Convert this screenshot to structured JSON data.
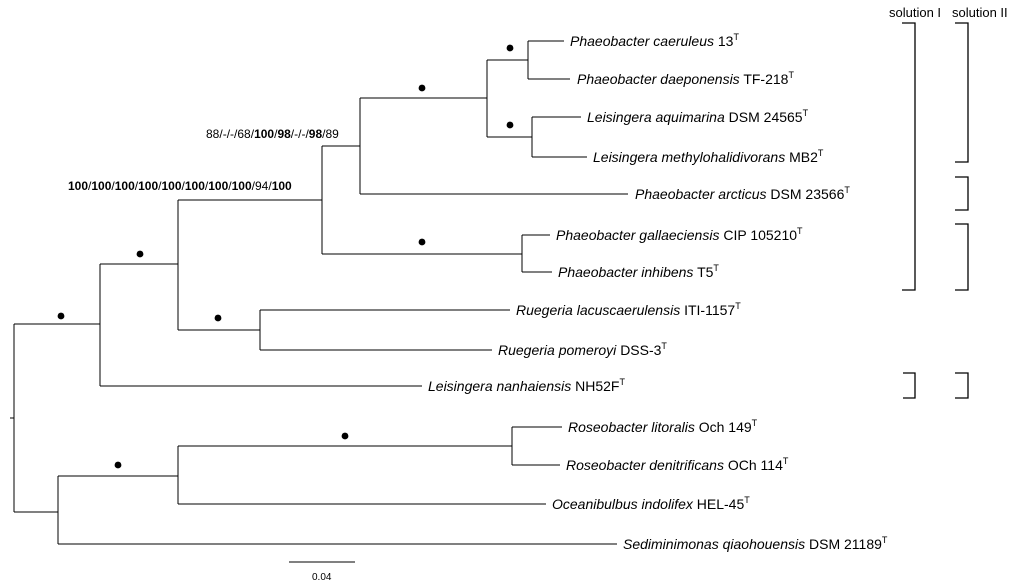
{
  "headers": {
    "solution1": "solution I",
    "solution2": "solution II"
  },
  "taxa": [
    {
      "genus": "Phaeobacter caeruleus",
      "strain": "13",
      "sup": "T"
    },
    {
      "genus": "Phaeobacter daeponensis",
      "strain": "TF-218",
      "sup": "T"
    },
    {
      "genus": "Leisingera aquimarina",
      "strain": "DSM 24565",
      "sup": "T"
    },
    {
      "genus": "Leisingera methylohalidivorans",
      "strain": "MB2",
      "sup": "T"
    },
    {
      "genus": "Phaeobacter arcticus",
      "strain": "DSM 23566",
      "sup": "T"
    },
    {
      "genus": "Phaeobacter gallaeciensis",
      "strain": "CIP 105210",
      "sup": "T"
    },
    {
      "genus": "Phaeobacter inhibens",
      "strain": "T5",
      "sup": "T"
    },
    {
      "genus": "Ruegeria lacuscaerulensis",
      "strain": "ITI-1157",
      "sup": "T"
    },
    {
      "genus": "Ruegeria pomeroyi",
      "strain": "DSS-3",
      "sup": "T"
    },
    {
      "genus": "Leisingera nanhaiensis",
      "strain": "NH52F",
      "sup": "T"
    },
    {
      "genus": "Roseobacter litoralis",
      "strain": "Och 149",
      "sup": "T"
    },
    {
      "genus": "Roseobacter denitrificans",
      "strain": "OCh 114",
      "sup": "T"
    },
    {
      "genus": "Oceanibulbus indolifex",
      "strain": "HEL-45",
      "sup": "T"
    },
    {
      "genus": "Sediminimonas qiaohouensis",
      "strain": "DSM 21189",
      "sup": "T"
    }
  ],
  "support_labels": {
    "upper": [
      "88",
      "/-/-/",
      "68",
      "/",
      "100",
      "/",
      "98",
      "/-/-/",
      "98",
      "/",
      "89"
    ],
    "lower": [
      "100",
      "/",
      "100",
      "/",
      "100",
      "/",
      "100",
      "/",
      "100",
      "/",
      "100",
      "/",
      "100",
      "/",
      "100",
      "/",
      "94",
      "/",
      "100"
    ]
  },
  "scale_bar": {
    "label": "0.04"
  }
}
